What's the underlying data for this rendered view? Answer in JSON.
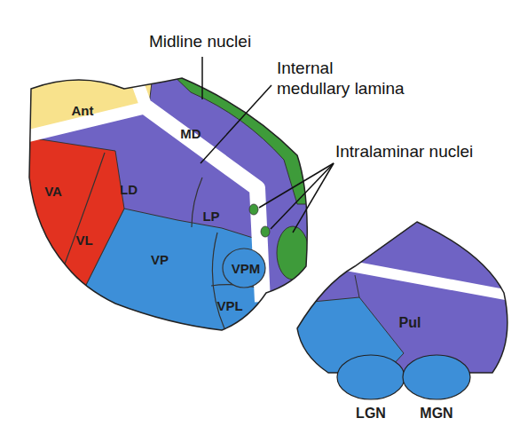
{
  "diagram": {
    "nodes": [
      {
        "text": [
          "Ant"
        ]
      },
      {
        "text": [
          "MD"
        ]
      },
      {
        "text": [
          "VA"
        ]
      },
      {
        "text": [
          "VL"
        ]
      },
      {
        "text": [
          "LD"
        ]
      },
      {
        "text": [
          "LP"
        ]
      },
      {
        "text": [
          "VP"
        ]
      },
      {
        "text": [
          "VPM"
        ]
      },
      {
        "text": [
          "VPL"
        ]
      },
      {
        "text": [
          "Pul"
        ]
      },
      {
        "text": [
          "LGN"
        ]
      },
      {
        "text": [
          "MGN"
        ]
      }
    ],
    "labels": [
      "Midline nuclei",
      "Internal medullary lamina",
      "Intralaminar nuclei"
    ]
  }
}
